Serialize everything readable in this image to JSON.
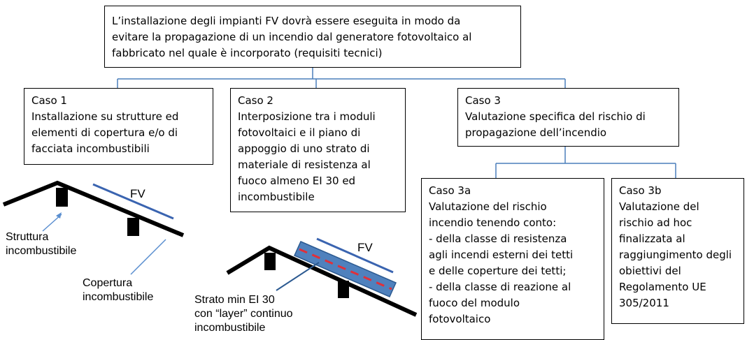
{
  "top_box": "L’installazione degli impianti FV dovrà essere eseguita in modo da\nevitare la propagazione di un incendio dal generatore fotovoltaico al\nfabbricato nel quale è incorporato (requisiti tecnici)",
  "case1": "Caso 1\nInstallazione su strutture ed\nelementi di copertura e/o di\nfacciata incombustibili",
  "case2": "Caso 2\nInterposizione tra i moduli\nfotovoltaici e il piano di\nappoggio di uno strato di\nmateriale di resistenza al\nfuoco almeno EI 30  ed\nincombustibile",
  "case3": "Caso 3\nValutazione specifica del rischio di\npropagazione dell’incendio",
  "case3a": "Caso 3a\nValutazione del rischio\nincendio tenendo conto:\n- della classe di resistenza\nagli incendi esterni dei tetti\ne delle coperture dei tetti;\n- della classe di reazione al\nfuoco del modulo\nfotovoltaico",
  "case3b": "Caso 3b\nValutazione del\nrischio ad hoc\nfinalizzata al\nraggiungimento degli\nobiettivi del\nRegolamento UE\n305/2011",
  "fig1": {
    "fv_label": "FV",
    "struttura_label": "Struttura\nincombustibile",
    "copertura_label": "Copertura\nincombustibile"
  },
  "fig2": {
    "fv_label": "FV",
    "strato_label": "Strato min EI 30\ncon “layer” continuo\nincombustibile"
  },
  "colors": {
    "connector": "#4a7ebb",
    "panel_line": "#3a64b0",
    "layer_fill": "#4f81bd",
    "layer_dash": "#e0303a",
    "arrow": "#5b8fd0"
  }
}
